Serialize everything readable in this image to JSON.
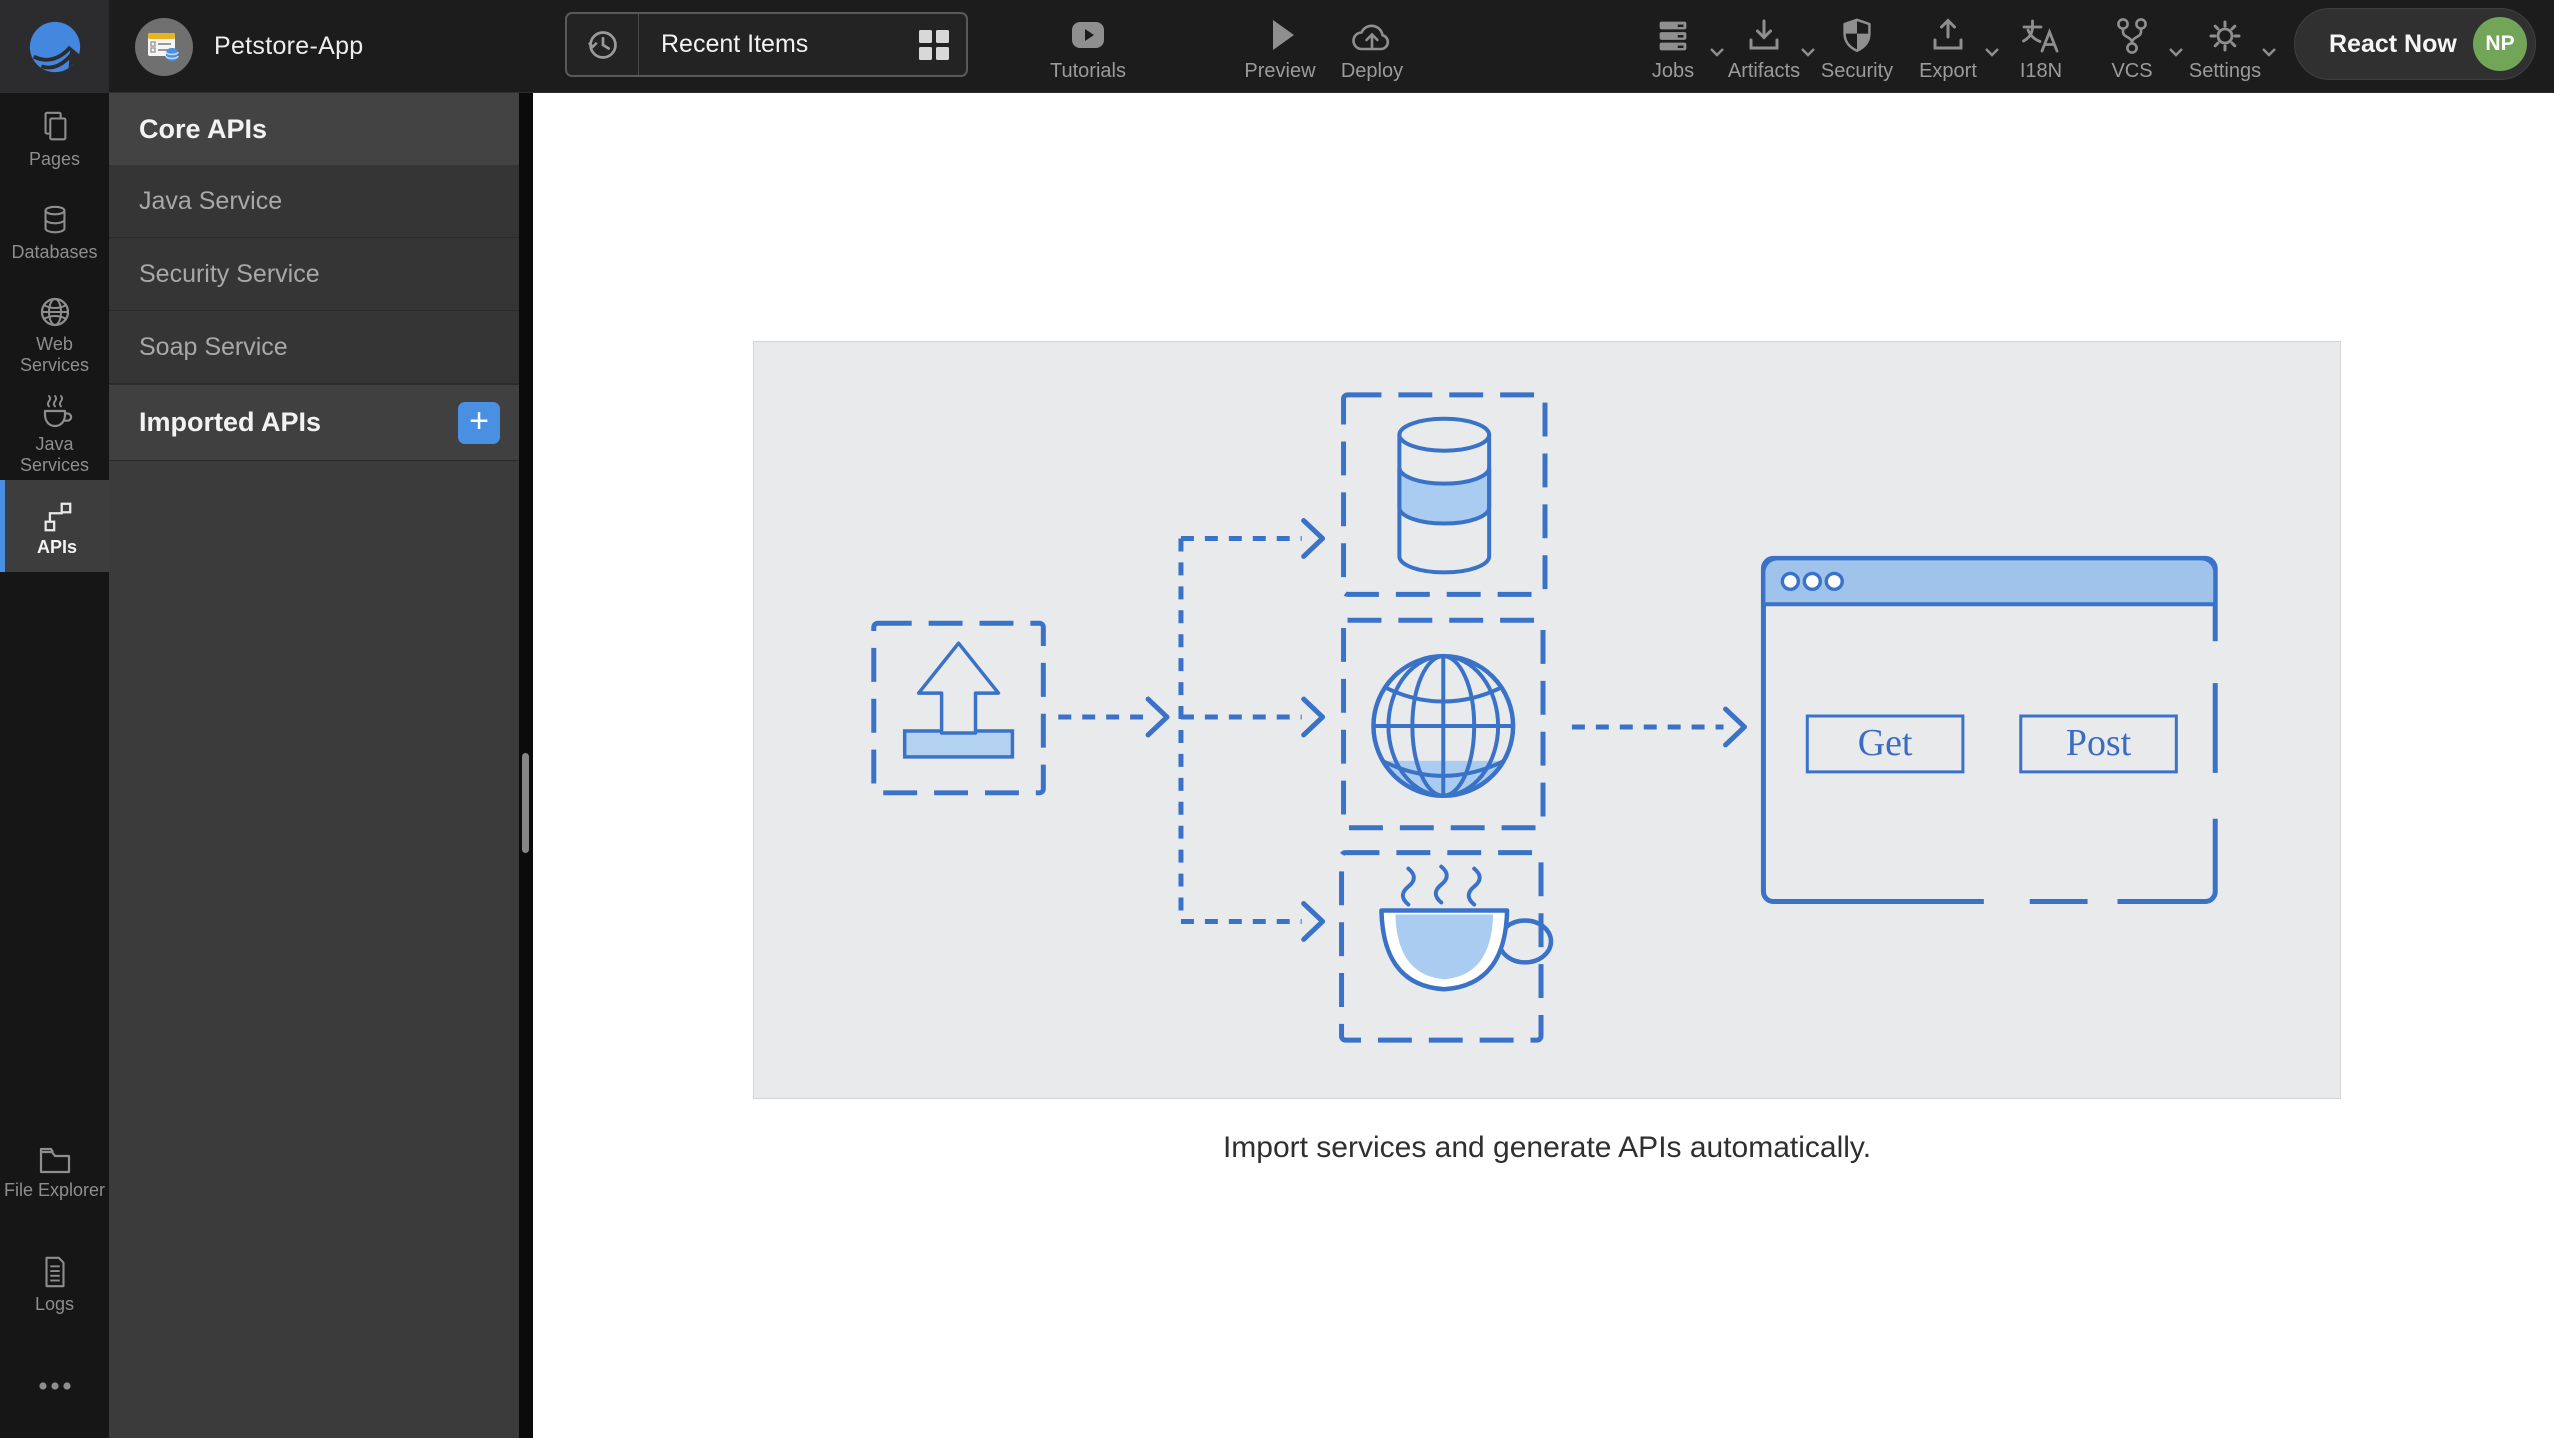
{
  "app": {
    "title": "Petstore-App"
  },
  "topbar": {
    "recent_items_label": "Recent Items",
    "tools_left": [
      {
        "label": "Tutorials"
      },
      {
        "label": "Preview"
      },
      {
        "label": "Deploy"
      }
    ],
    "tools_right": [
      {
        "label": "Jobs",
        "has_menu": true
      },
      {
        "label": "Artifacts",
        "has_menu": true
      },
      {
        "label": "Security",
        "has_menu": false
      },
      {
        "label": "Export",
        "has_menu": true
      },
      {
        "label": "I18N",
        "has_menu": false
      },
      {
        "label": "VCS",
        "has_menu": true
      },
      {
        "label": "Settings",
        "has_menu": true
      }
    ],
    "react_now_label": "React Now",
    "avatar_initials": "NP"
  },
  "sidebar": {
    "items": [
      {
        "label": "Pages"
      },
      {
        "label": "Databases"
      },
      {
        "label": "Web Services"
      },
      {
        "label": "Java Services"
      },
      {
        "label": "APIs",
        "active": true
      },
      {
        "label": "File Explorer"
      },
      {
        "label": "Logs"
      }
    ]
  },
  "panel": {
    "core_header": "Core APIs",
    "core_items": [
      "Java Service",
      "Security Service",
      "Soap Service"
    ],
    "imported_header": "Imported APIs",
    "add_button": "+"
  },
  "main": {
    "caption": "Import services and generate APIs automatically.",
    "diagram": {
      "get_label": "Get",
      "post_label": "Post"
    }
  },
  "colors": {
    "accent_blue": "#4a90e2",
    "diagram_blue": "#3a72c8",
    "diagram_fill": "#a9ccf0",
    "titlebar_fill": "#9fc3ea",
    "avatar_green": "#72a557"
  }
}
